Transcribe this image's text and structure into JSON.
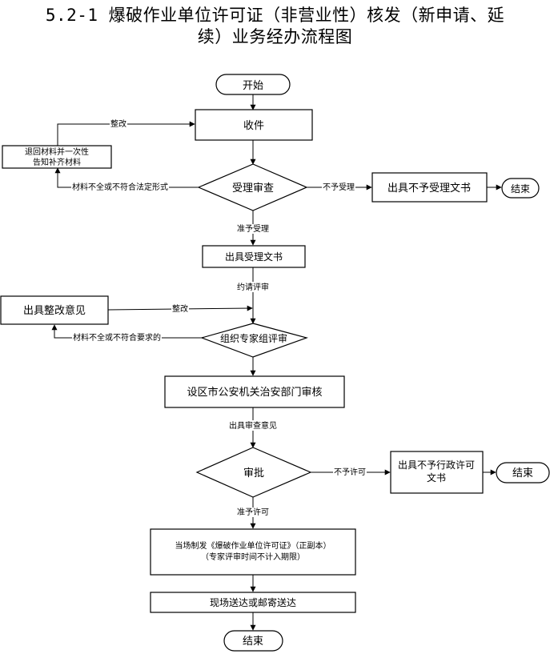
{
  "title": {
    "line1": "5.2-1 爆破作业单位许可证（非营业性）核发（新申请、延",
    "line2": "续）业务经办流程图"
  },
  "nodes": {
    "start": "开始",
    "receive": "收件",
    "return_materials_1": "退回材料并一次性",
    "return_materials_2": "告知补齐材料",
    "acceptance_review": "受理审查",
    "issue_rejection": "出具不予受理文书",
    "end_1": "结束",
    "issue_acceptance": "出具受理文书",
    "issue_rectification": "出具整改意见",
    "expert_review": "组织专家组评审",
    "police_review": "设区市公安机关治安部门审核",
    "approval": "审批",
    "issue_denial_1": "出具不予行政许可",
    "issue_denial_2": "文书",
    "end_2": "结束",
    "issue_license_1": "当场制发《爆破作业单位许可证》（正副本）",
    "issue_license_2": "（专家评审时间不计入期限）",
    "delivery": "现场送达或邮寄送达",
    "end_3": "结束"
  },
  "labels": {
    "rectify_1": "整改",
    "incomplete_1": "材料不全或不符合法定形式",
    "not_accepted": "不予受理",
    "accepted": "准予受理",
    "invite_review": "约请评审",
    "rectify_2": "整改",
    "incomplete_2": "材料不全或不符合要求的",
    "review_opinion": "出具审查意见",
    "not_permitted": "不予许可",
    "permitted": "准予许可"
  }
}
